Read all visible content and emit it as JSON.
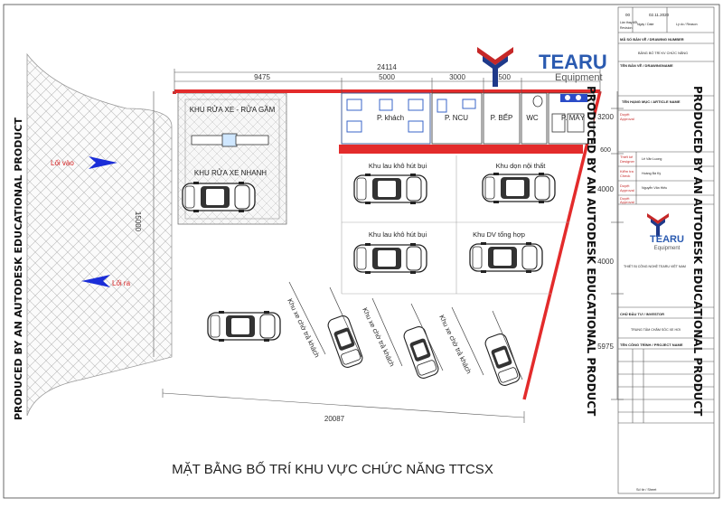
{
  "drawing": {
    "main_title": "MẶT BẰNG BỐ TRÍ KHU VỰC CHỨC NĂNG TTCSX",
    "watermark": "PRODUCED BY AN AUTODESK EDUCATIONAL PRODUCT",
    "entry_label": "Lối vào",
    "exit_label": "Lối ra"
  },
  "dimensions": {
    "total_width": "24114",
    "seg1": "9475",
    "seg2": "5000",
    "seg3": "3000",
    "seg4": "1500",
    "left_height": "15000",
    "right1": "3200",
    "right2": "600",
    "right3": "4000",
    "right4": "4000",
    "right5": "5975",
    "bottom": "20087"
  },
  "rooms": {
    "khach": "P. khách",
    "ncu": "P. NCU",
    "bep": "P. BẾP",
    "wc": "WC",
    "may": "P. MÁY"
  },
  "zones": {
    "wash_title": "KHU RỬA XE - RỬA GẦM",
    "wash_fast": "KHU RỬA XE NHANH",
    "dry1": "Khu lau khô hút bụi",
    "interior": "Khu dọn nội thất",
    "dry2": "Khu lau khô hút bụi",
    "general": "Khu DV tổng hợp",
    "waiting": "Khu xe chờ trả khách"
  },
  "logo": {
    "name": "TEARU",
    "sub": "Equipment"
  },
  "title_block": {
    "revision_no": "00",
    "revision_date": "02.11.2020",
    "rev_label": "Lần thay đổi",
    "rev_label2": "Revision",
    "date_label": "Ngày / Date",
    "reason_label": "Lý do / Reason",
    "drawing_number_label": "MÃ SỐ BẢN VẼ / DRAWING NUMBER",
    "drawing_number_value": "BẢNG BỐ TRÍ KV CHỨC NĂNG",
    "drawing_name_label": "TÊN BẢN VẼ / DRAWINGNAME",
    "article_label": "TÊN HẠNG MỤC / ARTICLE NAME",
    "approval1": "Duyệt",
    "approval1_en": "Approval",
    "designer_label": "Thiết kế",
    "designer_en": "Designer",
    "designer_name": "Lê Văn Luong",
    "checker_label": "Kiểm tra",
    "checker_en": "Check",
    "checker_name": "Hoàng Bá Kỳ",
    "approval2": "Duyệt",
    "approval2_en": "Approval",
    "approval2_name": "Nguyễn Văn Hiếu",
    "approval3": "Duyệt",
    "approval3_en": "Approval",
    "company": "THIẾT BỊ CÔNG NGHỆ TEARU VIỆT NAM",
    "investor_label": "CHỦ ĐẦU TƯ / INVESTOR",
    "investor_value": "TRUNG TÂM CHĂM SÓC XE HƠI",
    "project_label": "TÊN CÔNG TRÌNH / PROJECT NAME",
    "sheet_label": "Số tờ / Sheet"
  }
}
